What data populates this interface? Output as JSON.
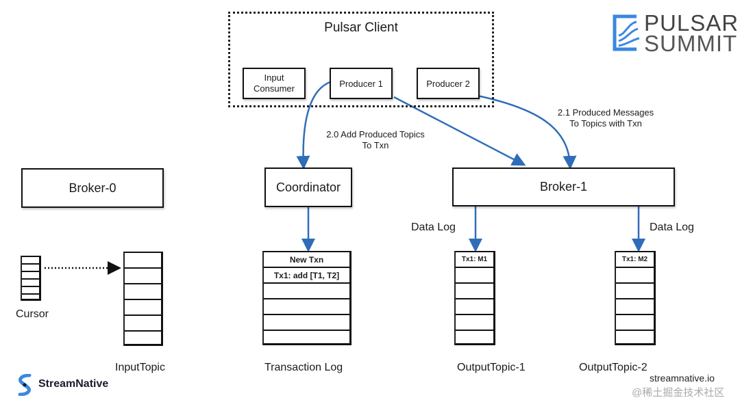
{
  "pulsar_client": {
    "title": "Pulsar Client",
    "input_consumer": "Input\nConsumer",
    "producer1": "Producer 1",
    "producer2": "Producer 2"
  },
  "logo": {
    "line1": "PULSAR",
    "line2": "SUMMIT",
    "color": "#3b87e0"
  },
  "annotations": {
    "step_2_0": [
      "2.0 Add Produced Topics",
      "To Txn"
    ],
    "step_2_1": [
      "2.1 Produced Messages",
      "To Topics with Txn"
    ]
  },
  "nodes": {
    "broker0": "Broker-0",
    "coordinator": "Coordinator",
    "broker1": "Broker-1",
    "data_log_left": "Data Log",
    "data_log_right": "Data Log"
  },
  "logs": {
    "cursor": {
      "label": "Cursor"
    },
    "input_topic": {
      "label": "InputTopic",
      "entries": [
        "",
        "",
        "",
        "",
        "",
        ""
      ]
    },
    "transaction_log": {
      "label": "Transaction Log",
      "entries": [
        "New Txn",
        "Tx1: add [T1, T2]",
        "",
        "",
        "",
        ""
      ]
    },
    "output_topic_1": {
      "label": "OutputTopic-1",
      "entries": [
        "Tx1: M1",
        "",
        "",
        "",
        "",
        ""
      ]
    },
    "output_topic_2": {
      "label": "OutputTopic-2",
      "entries": [
        "Tx1: M2",
        "",
        "",
        "",
        "",
        ""
      ]
    }
  },
  "footer": {
    "brand": "StreamNative",
    "site": "streamnative.io",
    "watermark": "@稀土掘金技术社区"
  },
  "colors": {
    "arrow": "#2f6db8",
    "brand_blue": "#3b87e0"
  }
}
